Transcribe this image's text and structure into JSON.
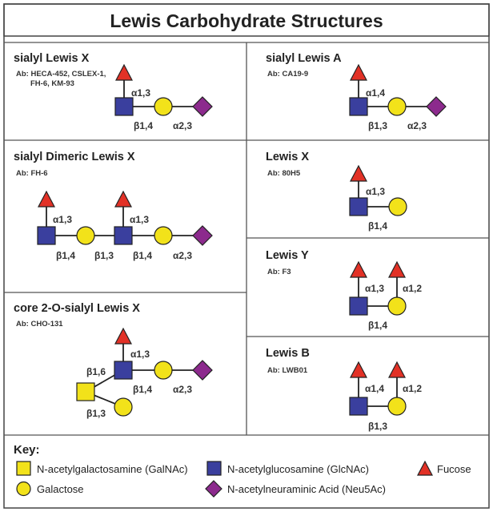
{
  "title": "Lewis Carbohydrate Structures",
  "colors": {
    "glcnac": "#3a3f9e",
    "galactose": "#f2e21a",
    "galnac": "#f2e21a",
    "fucose": "#e23126",
    "neu5ac": "#8c2a8d"
  },
  "panels": {
    "sialyl_lewis_x": {
      "title": "sialyl Lewis X",
      "ab1": "Ab: HECA-452, CSLEX-1,",
      "ab2": "FH-6, KM-93",
      "l1": "α1,3",
      "l2": "β1,4",
      "l3": "α2,3"
    },
    "sialyl_lewis_a": {
      "title": "sialyl Lewis A",
      "ab": "Ab: CA19-9",
      "l1": "α1,4",
      "l2": "β1,3",
      "l3": "α2,3"
    },
    "sialyl_dimeric": {
      "title": "sialyl Dimeric Lewis X",
      "ab": "Ab: FH-6",
      "l1": "α1,3",
      "l2": "α1,3",
      "l3": "β1,4",
      "l4": "β1,3",
      "l5": "β1,4",
      "l6": "α2,3"
    },
    "lewis_x": {
      "title": "Lewis X",
      "ab": "Ab: 80H5",
      "l1": "α1,3",
      "l2": "β1,4"
    },
    "lewis_y": {
      "title": "Lewis Y",
      "ab": "Ab: F3",
      "l1": "α1,3",
      "l2": "α1,2",
      "l3": "β1,4"
    },
    "core2": {
      "title": "core 2-O-sialyl Lewis X",
      "ab": "Ab: CHO-131",
      "l1": "α1,3",
      "l2": "β1,6",
      "l3": "β1,4",
      "l4": "α2,3",
      "l5": "β1,3"
    },
    "lewis_b": {
      "title": "Lewis B",
      "ab": "Ab: LWB01",
      "l1": "α1,4",
      "l2": "α1,2",
      "l3": "β1,3"
    }
  },
  "key": {
    "heading": "Key:",
    "galnac": "N-acetylgalactosamine (GalNAc)",
    "glcnac": "N-acetylglucosamine (GlcNAc)",
    "fucose": "Fucose",
    "galactose": "Galactose",
    "neu5ac": "N-acetylneuraminic Acid (Neu5Ac)"
  }
}
